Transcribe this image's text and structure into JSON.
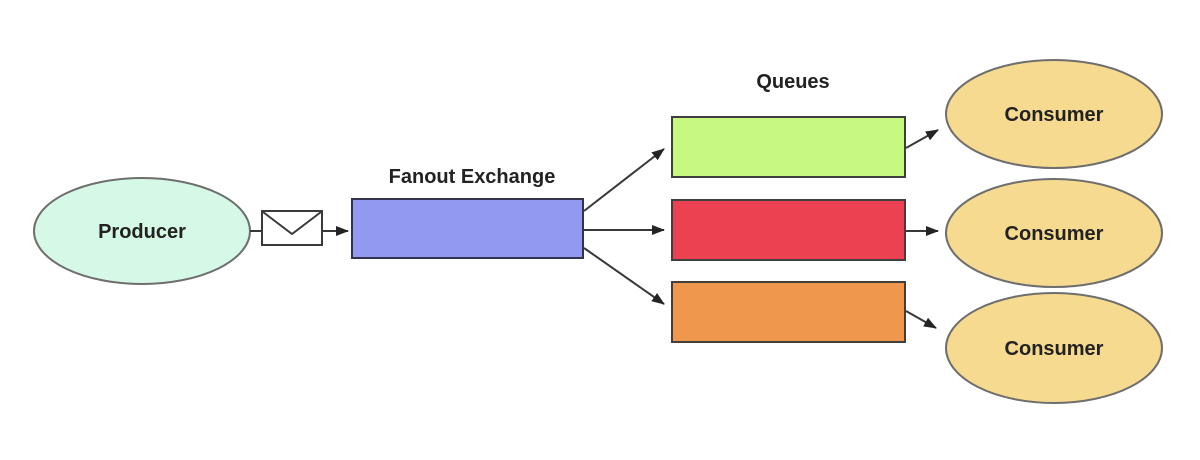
{
  "diagram": {
    "type": "fanout-exchange-topology",
    "producer": {
      "label": "Producer",
      "fill": "#d6f8e6",
      "stroke": "#6e6e6e"
    },
    "message_icon": {
      "name": "envelope-icon",
      "fill": "#ffffff",
      "stroke": "#3a3a3a"
    },
    "exchange": {
      "caption": "Fanout Exchange",
      "fill": "#9199f1",
      "stroke": "#33334d"
    },
    "queues": {
      "caption": "Queues",
      "items": [
        {
          "name": "queue-top",
          "fill": "#c7f881",
          "stroke": "#3f3f3f"
        },
        {
          "name": "queue-middle",
          "fill": "#ec4150",
          "stroke": "#3f3f3f"
        },
        {
          "name": "queue-bottom",
          "fill": "#f0974e",
          "stroke": "#3f3f3f"
        }
      ]
    },
    "consumers": {
      "fill": "#f6da90",
      "stroke": "#6e6e6e",
      "items": [
        {
          "label": "Consumer"
        },
        {
          "label": "Consumer"
        },
        {
          "label": "Consumer"
        }
      ]
    },
    "edge_color": "#383838",
    "text_color": "#222222",
    "background": "#ffffff"
  }
}
